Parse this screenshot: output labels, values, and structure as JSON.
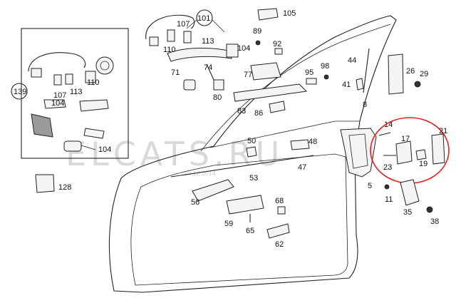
{
  "watermark": {
    "main": "ELCATS.RU",
    "small": "10.12.2014"
  },
  "callouts": {
    "c101": "101",
    "c139": "139",
    "c105": "105",
    "c89": "89",
    "c92": "92",
    "c107a": "107",
    "c113a": "113",
    "c110a": "110",
    "c104a": "104",
    "c71": "71",
    "c74": "74",
    "c77": "77",
    "c80": "80",
    "c83": "83",
    "c86": "86",
    "c95": "95",
    "c98": "98",
    "c44": "44",
    "c41": "41",
    "c8": "8",
    "c26": "26",
    "c29": "29",
    "c110b": "110",
    "c107b": "107",
    "c113b": "113",
    "c104b": "104",
    "c104c": "104",
    "c128": "128",
    "c50": "50",
    "c48": "48",
    "c47": "47",
    "c53": "53",
    "c56": "56",
    "c68": "68",
    "c59": "59",
    "c65": "65",
    "c62": "62",
    "c14": "14",
    "c17": "17",
    "c21": "21",
    "c23": "23",
    "c19": "19",
    "c5": "5",
    "c11": "11",
    "c35": "35",
    "c38": "38"
  }
}
